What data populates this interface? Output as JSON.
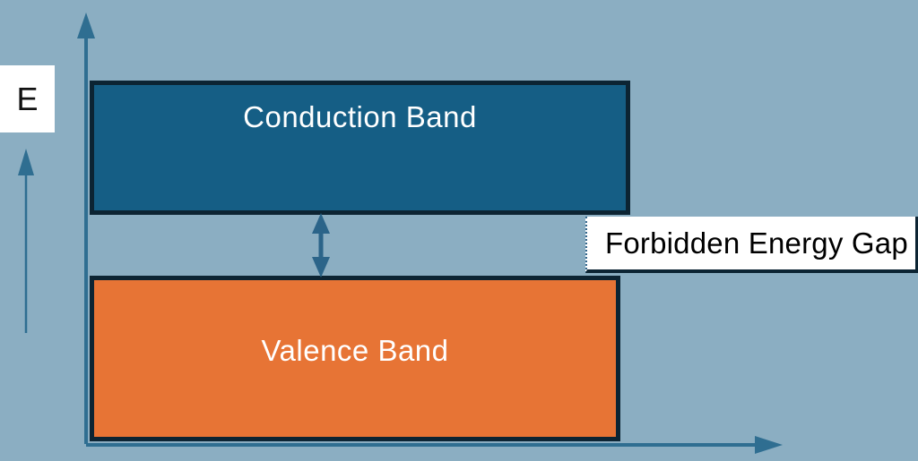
{
  "diagram": {
    "energy_axis_label": "E",
    "conduction_band_label": "Conduction Band",
    "valence_band_label": "Valence Band",
    "forbidden_gap_label": "Forbidden Energy Gap",
    "colors": {
      "background": "#8BAEC2",
      "conduction_band_fill": "#155E85",
      "valence_band_fill": "#E77435",
      "band_border": "#0C2433",
      "axis_arrow": "#2F6E91",
      "gap_arrow": "#2B6489",
      "band_label_text": "#FFFFFF",
      "gap_label_text": "#000000",
      "label_box_background": "#FFFFFF"
    },
    "icons": {
      "y_axis": "up-arrow-icon",
      "x_axis": "right-arrow-icon",
      "energy_direction": "up-arrow-icon",
      "band_gap_span": "double-headed-vertical-arrow-icon"
    }
  }
}
